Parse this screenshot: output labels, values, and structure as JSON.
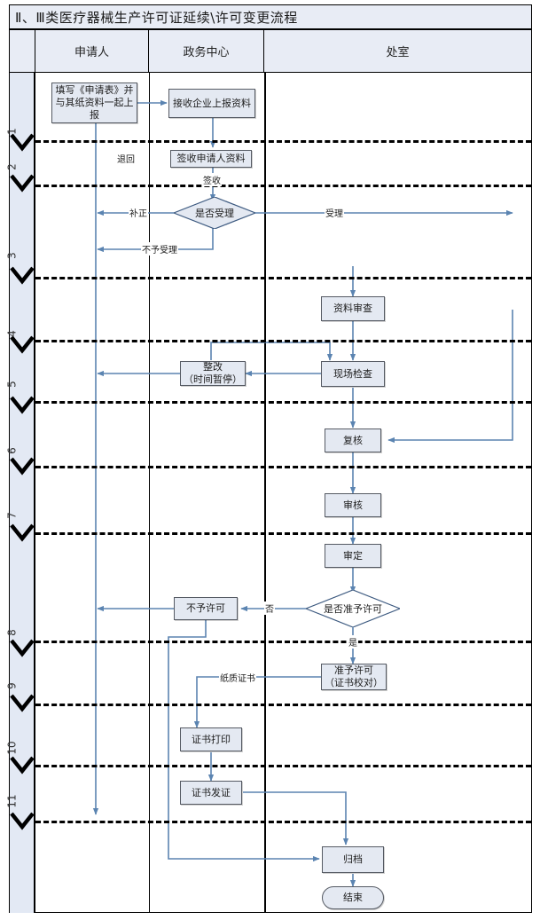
{
  "title": "Ⅱ、Ⅲ类医疗器械生产许可证延续\\许可变更流程",
  "columns": [
    {
      "key": "step",
      "label": ""
    },
    {
      "key": "applicant",
      "label": "申请人"
    },
    {
      "key": "service_center",
      "label": "政务中心"
    },
    {
      "key": "office",
      "label": "处室"
    }
  ],
  "steps": [
    "1",
    "2",
    "3",
    "4",
    "5",
    "6",
    "7",
    "8",
    "9",
    "10",
    "11"
  ],
  "colors": {
    "header_fill": "#e8ecf5",
    "step_column_fill": "#e3e9f4",
    "node_fill": "#e4e9f2",
    "node_border": "#555a63",
    "connector": "#5b84b1",
    "frame": "#000000"
  },
  "nodes": [
    {
      "id": "n1",
      "label": "填写《申请表》并与其纸资料一起上报",
      "lane": "applicant",
      "shape": "rect"
    },
    {
      "id": "n2",
      "label": "接收企业上报资料",
      "lane": "service_center",
      "shape": "rect"
    },
    {
      "id": "n3",
      "label": "签收申请人资料",
      "lane": "service_center",
      "shape": "rect"
    },
    {
      "id": "d1",
      "label": "是否受理",
      "lane": "service_center",
      "shape": "diamond"
    },
    {
      "id": "n4",
      "label": "资料审查",
      "lane": "office",
      "shape": "rect"
    },
    {
      "id": "n5",
      "label": "整改\n（时间暂停）",
      "lane": "service_center",
      "shape": "rect"
    },
    {
      "id": "n6",
      "label": "现场检查",
      "lane": "office",
      "shape": "rect"
    },
    {
      "id": "n7",
      "label": "复核",
      "lane": "office",
      "shape": "rect"
    },
    {
      "id": "n8",
      "label": "审核",
      "lane": "office",
      "shape": "rect"
    },
    {
      "id": "n9",
      "label": "审定",
      "lane": "office",
      "shape": "rect"
    },
    {
      "id": "d2",
      "label": "是否准予许可",
      "lane": "office",
      "shape": "diamond"
    },
    {
      "id": "n10",
      "label": "不予许可",
      "lane": "service_center",
      "shape": "rect"
    },
    {
      "id": "n11",
      "label": "准予许可\n（证书校对）",
      "lane": "office",
      "shape": "rect"
    },
    {
      "id": "n12",
      "label": "证书打印",
      "lane": "service_center",
      "shape": "rect"
    },
    {
      "id": "n13",
      "label": "证书发证",
      "lane": "service_center",
      "shape": "rect"
    },
    {
      "id": "n14",
      "label": "归档",
      "lane": "office",
      "shape": "rect"
    },
    {
      "id": "n15",
      "label": "结束",
      "lane": "office",
      "shape": "oval"
    }
  ],
  "node_labels": {
    "n1_l1": "填写《申请表》并",
    "n1_l2": "与其纸资料一起上",
    "n1_l3": "报",
    "n2": "接收企业上报资料",
    "n3": "签收申请人资料",
    "d1": "是否受理",
    "n4": "资料审查",
    "n5_l1": "整改",
    "n5_l2": "（时间暂停）",
    "n6": "现场检查",
    "n7": "复核",
    "n8": "审核",
    "n9": "审定",
    "d2": "是否准予许可",
    "n10": "不予许可",
    "n11_l1": "准予许可",
    "n11_l2": "（证书校对）",
    "n12": "证书打印",
    "n13": "证书发证",
    "n14": "归档",
    "n15": "结束"
  },
  "edge_labels": {
    "return": "退回",
    "sign_receipt": "签收",
    "correction": "补正",
    "accept": "受理",
    "not_accept": "不予受理",
    "no": "否",
    "yes": "是",
    "paper_cert": "纸质证书"
  }
}
